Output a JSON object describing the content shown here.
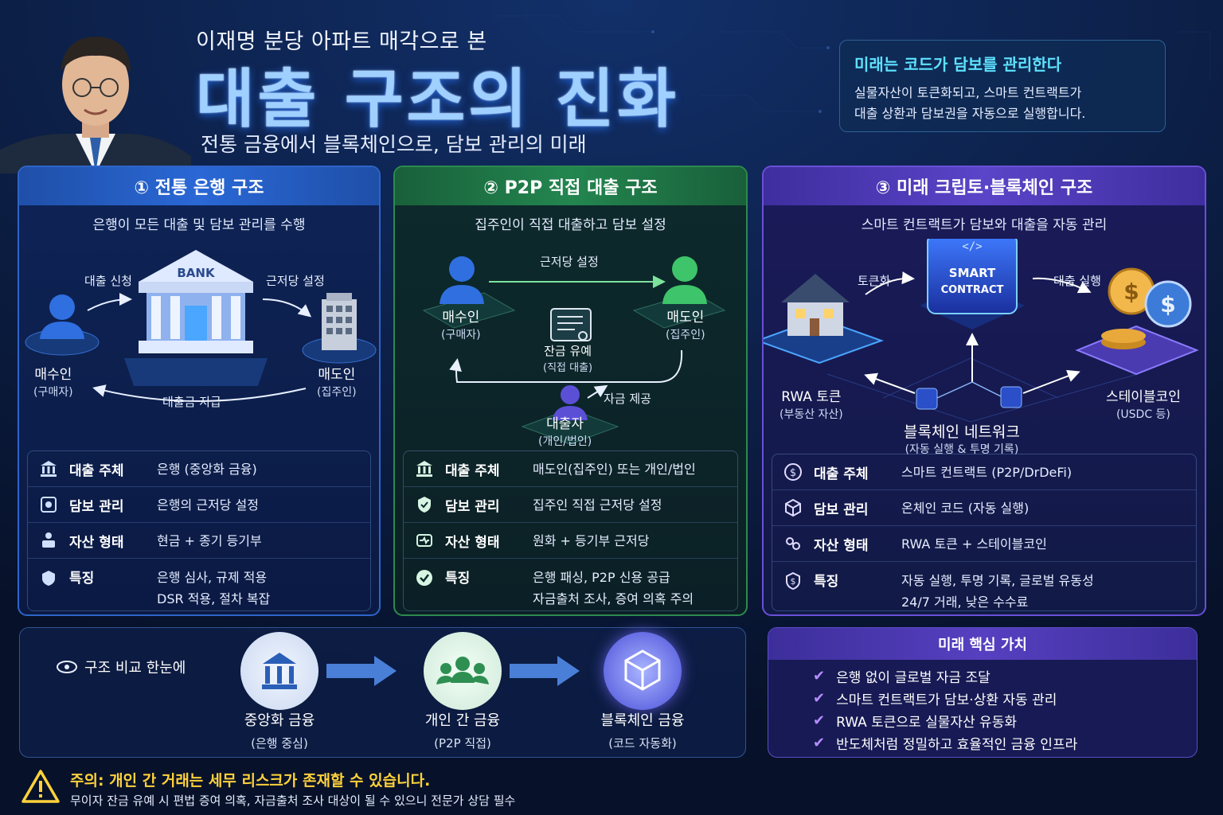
{
  "header": {
    "top_subtitle": "이재명 분당 아파트 매각으로 본",
    "main_title": "대출 구조의 진화",
    "tagline": "전통 금융에서 블록체인으로, 담보 관리의 미래"
  },
  "callout": {
    "title": "미래는 코드가 담보를 관리한다",
    "line1": "실물자산이 토큰화되고, 스마트 컨트랙트가",
    "line2": "대출 상환과 담보권을 자동으로 실행합니다."
  },
  "panel1": {
    "title": "① 전통 은행 구조",
    "subtitle": "은행이 모든 대출 및 담보 관리를 수행",
    "bank_sign": "BANK",
    "loan_apply": "대출 신청",
    "mortgage_set": "근저당 설정",
    "payout": "대출금 지급",
    "buyer": "매수인",
    "buyer_sub": "(구매자)",
    "seller": "매도인",
    "seller_sub": "(집주인)",
    "rows": [
      {
        "key": "대출 주체",
        "val": [
          "은행 (중앙화 금융)"
        ]
      },
      {
        "key": "담보 관리",
        "val": [
          "은행의 근저당 설정"
        ]
      },
      {
        "key": "자산 형태",
        "val": [
          "현금 + 종기 등기부"
        ]
      },
      {
        "key": "특징",
        "val": [
          "은행 심사, 규제 적용",
          "DSR 적용, 절차 복잡"
        ]
      }
    ]
  },
  "panel2": {
    "title": "② P2P 직접 대출 구조",
    "subtitle": "집주인이 직접 대출하고 담보 설정",
    "mortgage_set": "근저당 설정",
    "buyer": "매수인",
    "buyer_sub": "(구매자)",
    "seller": "매도인",
    "seller_sub": "(집주인)",
    "deferred": "잔금 유예",
    "deferred_sub": "(직접 대출)",
    "lender": "대출자",
    "lender_sub": "(개인/법인)",
    "funding": "자금 제공",
    "rows": [
      {
        "key": "대출 주체",
        "val": [
          "매도인(집주인) 또는 개인/법인"
        ]
      },
      {
        "key": "담보 관리",
        "val": [
          "집주인 직접 근저당 설정"
        ]
      },
      {
        "key": "자산 형태",
        "val": [
          "원화 + 등기부 근저당"
        ]
      },
      {
        "key": "특징",
        "val": [
          "은행 패싱, P2P 신용 공급",
          "자금출처 조사, 증여 의혹 주의"
        ]
      }
    ]
  },
  "panel3": {
    "title": "③ 미래 크립토·블록체인 구조",
    "subtitle": "스마트 컨트랙트가 담보와 대출을 자동 관리",
    "tokenize": "토큰화",
    "execute": "대출 실행",
    "cube_line1": "SMART",
    "cube_line2": "CONTRACT",
    "rwa": "RWA 토큰",
    "rwa_sub": "(부동산 자산)",
    "stable": "스테이블코인",
    "stable_sub": "(USDC  등)",
    "network": "블록체인 네트워크",
    "network_sub": "(자동 실행 & 투명 기록)",
    "rows": [
      {
        "key": "대출 주체",
        "val": [
          "스마트 컨트랙트 (P2P/DrDeFi)"
        ]
      },
      {
        "key": "담보 관리",
        "val": [
          "온체인 코드 (자동 실행)"
        ]
      },
      {
        "key": "자산 형태",
        "val": [
          "RWA 토큰 + 스테이블코인"
        ]
      },
      {
        "key": "특징",
        "val": [
          "자동 실행, 투명 기록, 글로벌 유동성",
          "24/7 거래, 낮은 수수료"
        ]
      }
    ]
  },
  "compare": {
    "title": "구조 비교 한눈에",
    "items": [
      {
        "label": "중앙화 금융",
        "sub": "(은행 중심)"
      },
      {
        "label": "개인 간 금융",
        "sub": "(P2P 직접)"
      },
      {
        "label": "블록체인 금융",
        "sub": "(코드 자동화)"
      }
    ]
  },
  "values": {
    "title": "미래 핵심 가치",
    "items": [
      "은행 없이 글로벌 자금 조달",
      "스마트 컨트랙트가 담보·상환 자동 관리",
      "RWA 토큰으로 실물자산 유동화",
      "반도체처럼 정밀하고 효율적인 금융 인프라"
    ]
  },
  "warning": {
    "title": "주의: 개인 간 거래는 세무 리스크가 존재할 수 있습니다.",
    "desc": "무이자 잔금 유예 시 편법 증여 의혹, 자금출처 조사 대상이 될 수 있으니 전문가 상담 필수"
  },
  "colors": {
    "bank_blue": "#2a68d6",
    "p2p_green": "#23864f",
    "crypto_purple": "#5a44c8",
    "accent_cyan": "#5ee2ff",
    "warning_yellow": "#ffd23a"
  }
}
